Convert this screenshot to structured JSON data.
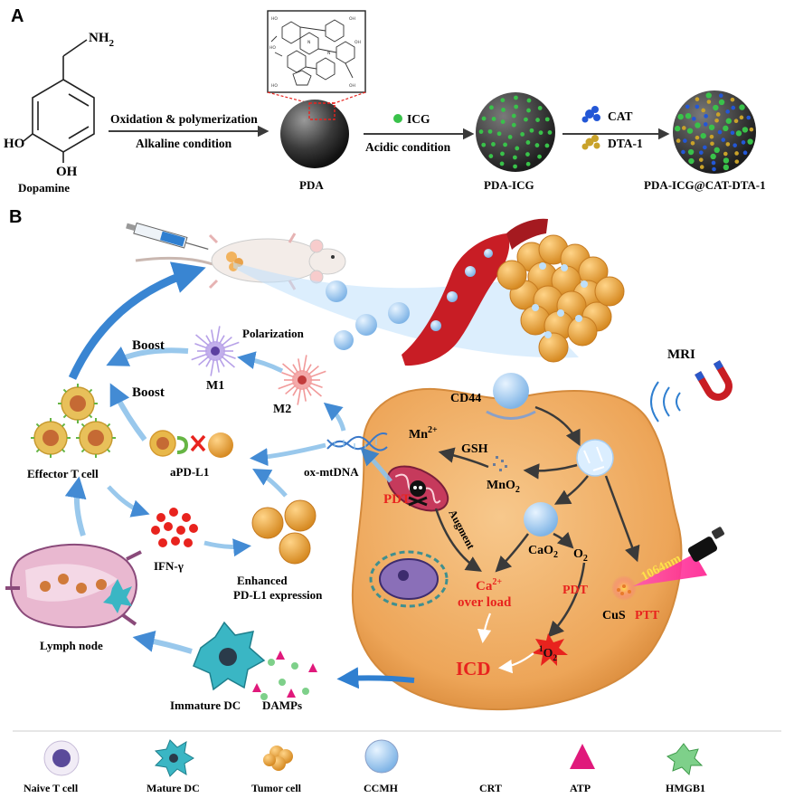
{
  "panel_a": {
    "label": "A",
    "dopamine": {
      "name": "Dopamine",
      "nh2": "NH",
      "nh2_sub": "2",
      "ho": "HO",
      "oh": "OH"
    },
    "step1": {
      "top": "Oxidation & polymerization",
      "bottom": "Alkaline condition"
    },
    "pda": "PDA",
    "step2": {
      "reagent": "ICG",
      "bottom": "Acidic condition"
    },
    "pda_icg": "PDA-ICG",
    "step3": {
      "reagent1": "CAT",
      "reagent2": "DTA-1"
    },
    "final": "PDA-ICG@CAT-DTA-1"
  },
  "panel_b": {
    "label": "B",
    "mri": "MRI",
    "cd44": "CD44",
    "mn": "Mn",
    "mn_sup": "2+",
    "gsh": "GSH",
    "mno2": "MnO",
    "mno2_sub": "2",
    "pdt1": "PDT",
    "augment": "Augment",
    "cao2": "CaO",
    "cao2_sub": "2",
    "o2": "O",
    "o2_sub": "2",
    "ca_line1": "Ca",
    "ca_sup": "2+",
    "ca_line2": "over load",
    "pdt2": "PDT",
    "cus": "CuS",
    "ptt": "PTT",
    "laser": "1064nm",
    "singlet_o2_sup": "1",
    "singlet_o2": "O",
    "singlet_o2_sub": "2",
    "icd": "ICD",
    "boost1": "Boost",
    "boost2": "Boost",
    "polarization": "Polarization",
    "m1": "M1",
    "m2": "M2",
    "ox_mtdna": "ox-mtDNA",
    "effector_t": "Effector T cell",
    "apd_l1": "aPD-L1",
    "ifn": "IFN-γ",
    "enhanced_line1": "Enhanced",
    "enhanced_line2": "PD-L1 expression",
    "lymph_node": "Lymph node",
    "immature_dc": "Immature DC",
    "damps": "DAMPs"
  },
  "legend": [
    {
      "label": "Naive T cell",
      "icon": "naive-t-cell-icon"
    },
    {
      "label": "Mature DC",
      "icon": "mature-dc-icon"
    },
    {
      "label": "Tumor cell",
      "icon": "tumor-cell-icon"
    },
    {
      "label": "CCMH",
      "icon": "ccmh-icon"
    },
    {
      "label": "CRT",
      "icon": "crt-icon"
    },
    {
      "label": "ATP",
      "icon": "atp-icon"
    },
    {
      "label": "HMGB1",
      "icon": "hmgb1-icon"
    }
  ],
  "colors": {
    "red_text": "#e8231e",
    "arrow_blue": "#2f7fd0",
    "cell_orange": "#f4b46a",
    "pda_green": "#39c24a",
    "magenta": "#e0197b"
  }
}
